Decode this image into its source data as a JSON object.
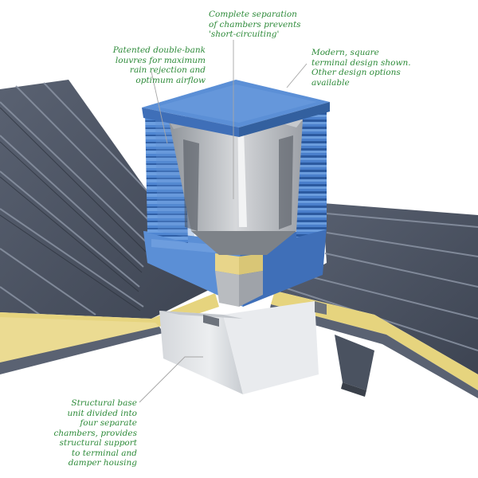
{
  "callouts": {
    "separation": "Complete separation\nof chambers prevents\n'short-circuiting'",
    "louvres": "Patented double-bank\nlouvres for maximum\nrain rejection and\noptimum airflow",
    "terminal": "Modern, square\nterminal design shown.\nOther design options\navailable",
    "base": "Structural base\nunit divided into\nfour separate\nchambers, provides\nstructural support\nto terminal and\ndamper housing"
  },
  "colors": {
    "callout_text": "#2e8b3a",
    "leader_line": "#a6a6a6",
    "roof_panel": "#4a5260",
    "roof_rib_light": "#7b8494",
    "insulation": "#e9d98a",
    "terminal_blue": "#5b8fd6",
    "terminal_blue_dark": "#3f6fb8",
    "interior_grey": "#b9bcc0",
    "base_unit": "#e3e5e8"
  }
}
